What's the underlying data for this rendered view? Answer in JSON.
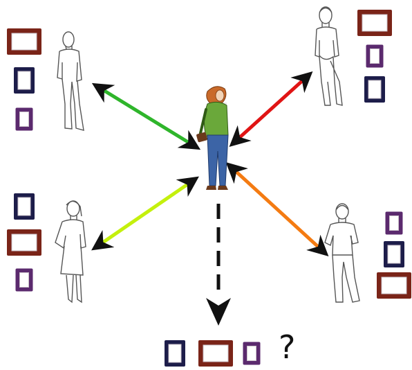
{
  "colors": {
    "frame_red": "#7a2418",
    "frame_navy": "#1d1d4a",
    "frame_purple": "#5b2a6e",
    "arrow_top_left": "#2fb52b",
    "arrow_top_right": "#e01414",
    "arrow_bottom_left": "#c4f00d",
    "arrow_bottom_right": "#f47b12",
    "arrow_dashed": "#111111",
    "sketch": "#555555",
    "woman_shirt": "#6aa83a",
    "woman_jeans": "#3c64a6",
    "woman_hair": "#c96a2a"
  },
  "people": [
    {
      "id": "top-left",
      "frames": [
        "red",
        "navy",
        "purple"
      ]
    },
    {
      "id": "top-right",
      "frames": [
        "red",
        "purple",
        "navy"
      ]
    },
    {
      "id": "bottom-left",
      "frames": [
        "navy",
        "red",
        "purple"
      ]
    },
    {
      "id": "bottom-right",
      "frames": [
        "purple",
        "navy",
        "red"
      ]
    }
  ],
  "result": {
    "frames": [
      "navy",
      "red",
      "purple"
    ],
    "question": "?"
  }
}
